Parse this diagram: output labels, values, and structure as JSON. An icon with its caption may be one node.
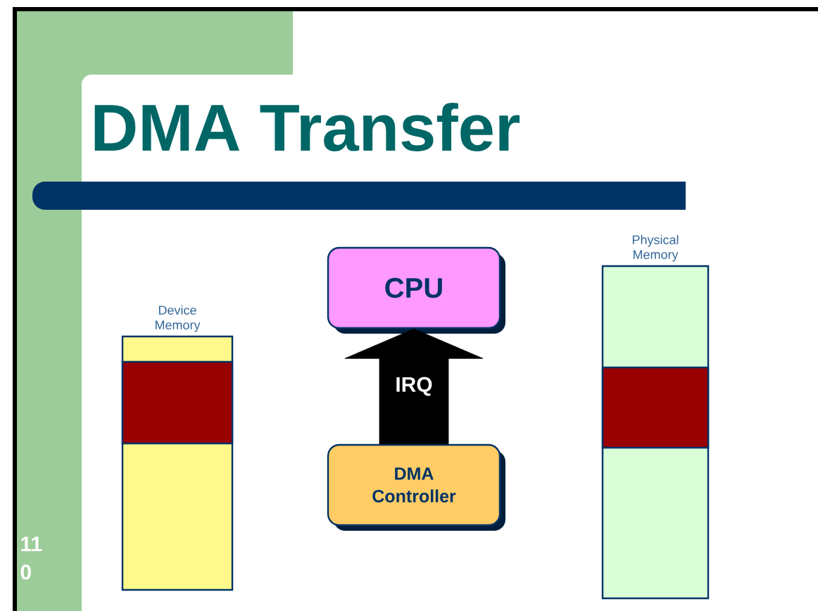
{
  "diagram": {
    "title": "DMA Transfer",
    "nodes": [
      {
        "text": [
          "Device Memory"
        ]
      },
      {
        "text": [],
        "shape": "box",
        "in": 0
      },
      {
        "text": [
          "CPU"
        ]
      },
      {
        "text": [
          "DMA Controller"
        ]
      },
      {
        "text": [
          "Physical Memory"
        ]
      },
      {
        "text": [],
        "shape": "box",
        "in": 4
      }
    ],
    "edges": [
      {
        "from": 3,
        "to": 2,
        "arrow": "to",
        "label": "IRQ",
        "style": "thick"
      }
    ],
    "labels": [
      "11 0"
    ]
  }
}
